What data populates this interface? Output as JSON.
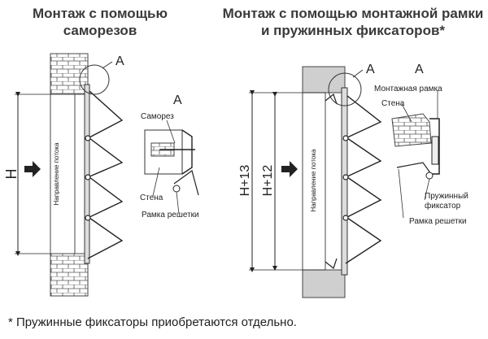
{
  "titles": {
    "left": "Монтаж с помощью саморезов",
    "right": "Монтаж с помощью монтажной рамки и пружинных фиксаторов*"
  },
  "left_diagram": {
    "dimension": "H",
    "flow_label": "Направление потока",
    "callout": "A",
    "detail_letter": "A",
    "detail_labels": [
      "Саморез",
      "Стена",
      "Рамка решетки"
    ]
  },
  "right_diagram": {
    "dimension_outer": "H+13",
    "dimension_inner": "H+12",
    "flow_label": "Направление потока",
    "callout": "A",
    "detail_letter": "A",
    "detail_labels": [
      "Монтажная рамка",
      "Стена",
      "Пружинный фиксатор",
      "Рамка решетки"
    ]
  },
  "footnote": "* Пружинные фиксаторы приобретаются отдельно."
}
